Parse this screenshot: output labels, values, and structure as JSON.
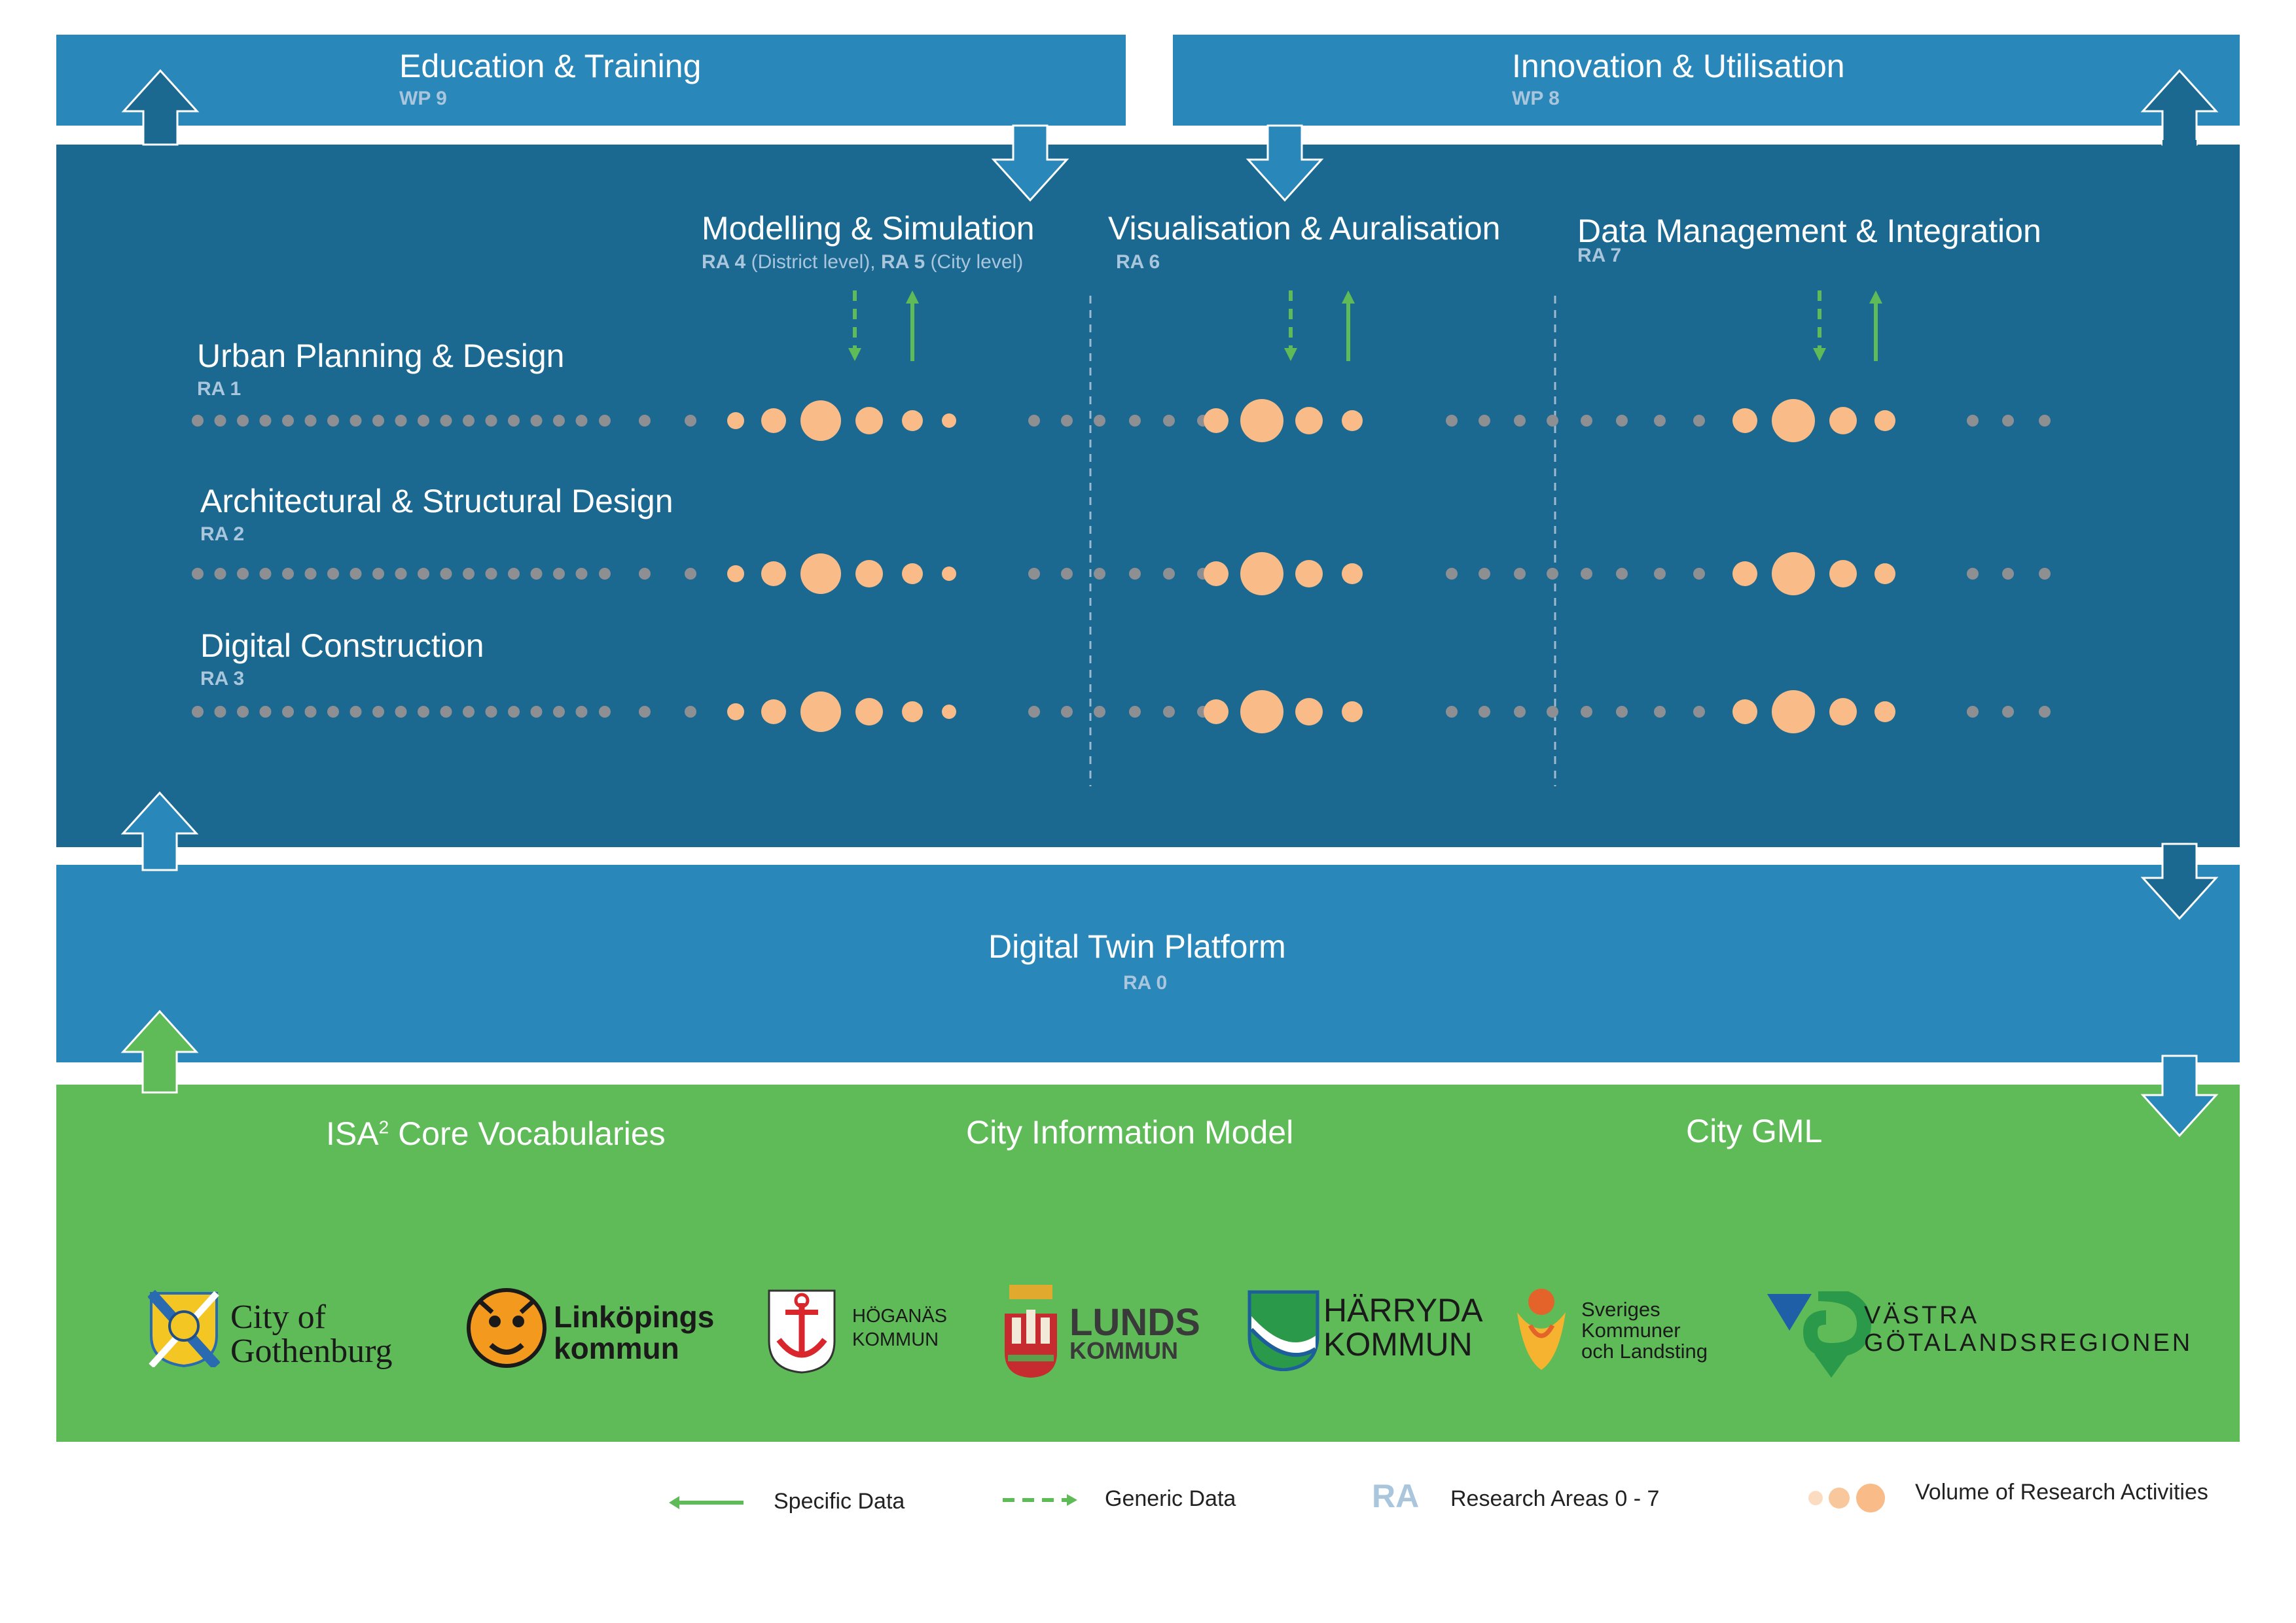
{
  "top": {
    "left": {
      "title": "Education & Training",
      "code": "WP 9"
    },
    "right": {
      "title": "Innovation & Utilisation",
      "code": "WP 8"
    }
  },
  "columns": [
    {
      "title": "Modelling & Simulation",
      "ra_a": "RA 4",
      "ra_a_note": " (District level), ",
      "ra_b": "RA 5",
      "ra_b_note": " (City level)"
    },
    {
      "title": "Visualisation & Auralisation",
      "code": "RA 6"
    },
    {
      "title": "Data Management & Integration",
      "code": "RA 7"
    }
  ],
  "rows": [
    {
      "title": "Urban Planning & Design",
      "code": "RA 1"
    },
    {
      "title": "Architectural & Structural Design",
      "code": "RA 2"
    },
    {
      "title": "Digital Construction",
      "code": "RA 3"
    }
  ],
  "platform": {
    "title": "Digital Twin Platform",
    "code": "RA 0"
  },
  "standards": [
    {
      "title": "ISA",
      "sup": "2",
      "title_rest": " Core Vocabularies"
    },
    {
      "title": "City Information Model"
    },
    {
      "title": "City GML"
    }
  ],
  "partners": [
    {
      "line1": "City of",
      "line2": "Gothenburg",
      "icon": "gothenburg-crest-icon"
    },
    {
      "line1": "Linköpings",
      "line2": "kommun",
      "icon": "linkoping-lion-icon"
    },
    {
      "line1": "HÖGANÄS",
      "line2": "KOMMUN",
      "icon": "hoganas-anchor-icon"
    },
    {
      "line1": "LUNDS",
      "line2": "KOMMUN",
      "icon": "lund-castle-icon"
    },
    {
      "line1": "HÄRRYDA",
      "line2": "KOMMUN",
      "icon": "harryda-shield-icon"
    },
    {
      "line1": "Sveriges",
      "line2": "Kommuner",
      "line3": "och Landsting",
      "icon": "skl-figure-icon"
    },
    {
      "line1": "VÄSTRA",
      "line2": "GÖTALANDSREGIONEN",
      "icon": "vgr-swirl-icon"
    }
  ],
  "legend": {
    "specific": "Specific Data",
    "generic": "Generic Data",
    "ra_symbol": "RA",
    "ra_text": "Research Areas  0 - 7",
    "volume": "Volume of Research Activities"
  },
  "colors": {
    "top_band": "#2a87b9",
    "dark_panel": "#1b6890",
    "green_band": "#5ebb57",
    "dot_grey": "#8e8f93",
    "dot_orange": "#f9bb87",
    "arrow_green": "#5ebb57",
    "arrow_dark": "#1b6890",
    "arrow_light": "#2a87b9"
  }
}
